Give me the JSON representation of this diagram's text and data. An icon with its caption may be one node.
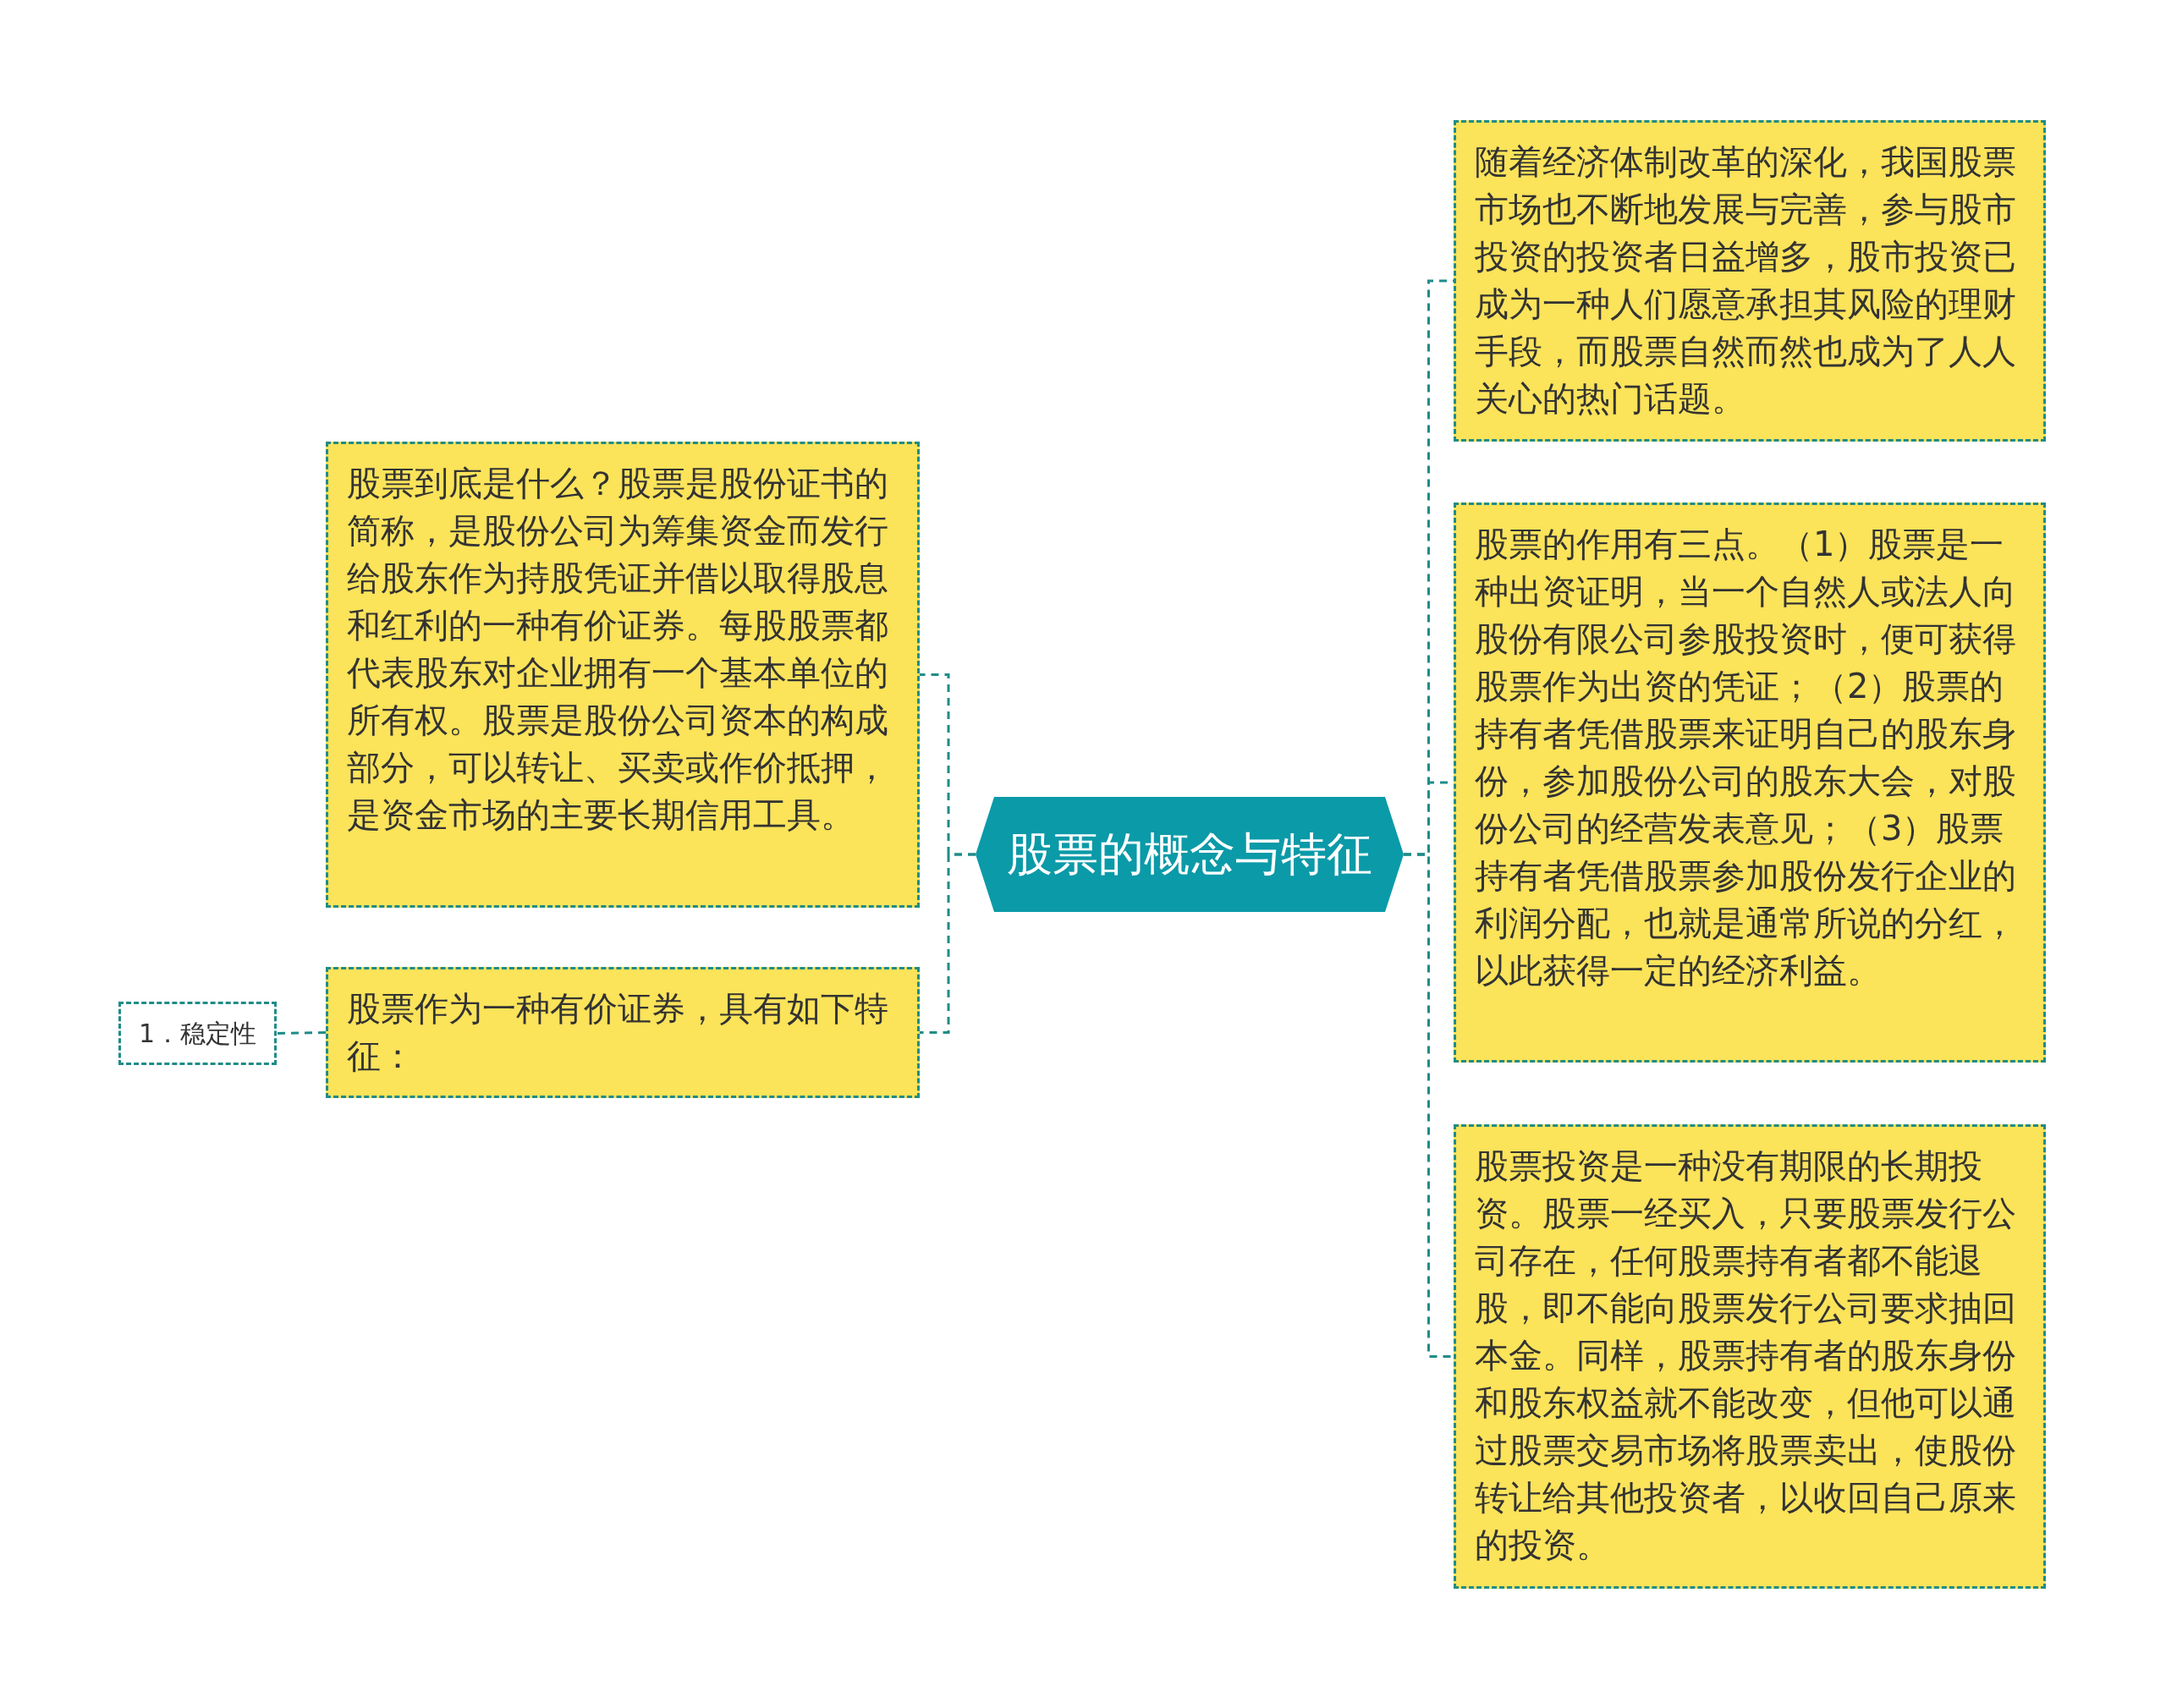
{
  "diagram": {
    "nodes": [
      {
        "text": [
          "股票的概念与特征"
        ]
      },
      {
        "text": [
          "股票到底是什么？股票是股份证书的简称，是股份公司为筹集资金而发行给股东作为持股凭证并借以取得股息和红利的一种有价证券。每股股票都代表股东对企业拥有一个基本单位的所有权。股票是股份公司资本的构成部分，可以转让、买卖或作价抵押，是资金市场的主要长期信用工具。"
        ]
      },
      {
        "text": [
          "股票作为一种有价证券，具有如下特征："
        ]
      },
      {
        "text": [
          "1．稳定性"
        ]
      },
      {
        "text": [
          "随着经济体制改革的深化，我国股票市场也不断地发展与完善，参与股市投资的投资者日益增多，股市投资已成为一种人们愿意承担其风险的理财手段，而股票自然而然也成为了人人关心的热门话题。"
        ]
      },
      {
        "text": [
          "股票的作用有三点。（1）股票是一种出资证明，当一个自然人或法人向股份有限公司参股投资时，便可获得股票作为出资的凭证；（2）股票的持有者凭借股票来证明自己的股东身份，参加股份公司的股东大会，对股份公司的经营发表意见；（3）股票持有者凭借股票参加股份发行企业的利润分配，也就是通常所说的分红，以此获得一定的经济利益。"
        ]
      },
      {
        "text": [
          "股票投资是一种没有期限的长期投资。股票一经买入，只要股票发行公司存在，任何股票持有者都不能退股，即不能向股票发行公司要求抽回本金。同样，股票持有者的股东身份和股东权益就不能改变，但他可以通过股票交易市场将股票卖出，使股份转让给其他投资者，以收回自己原来的投资。"
        ]
      }
    ],
    "edges": [
      {
        "from": 0,
        "to": 1,
        "arrow": "none"
      },
      {
        "from": 0,
        "to": 2,
        "arrow": "none"
      },
      {
        "from": 2,
        "to": 3,
        "arrow": "none"
      },
      {
        "from": 0,
        "to": 4,
        "arrow": "none"
      },
      {
        "from": 0,
        "to": 5,
        "arrow": "none"
      },
      {
        "from": 0,
        "to": 6,
        "arrow": "none"
      }
    ]
  }
}
